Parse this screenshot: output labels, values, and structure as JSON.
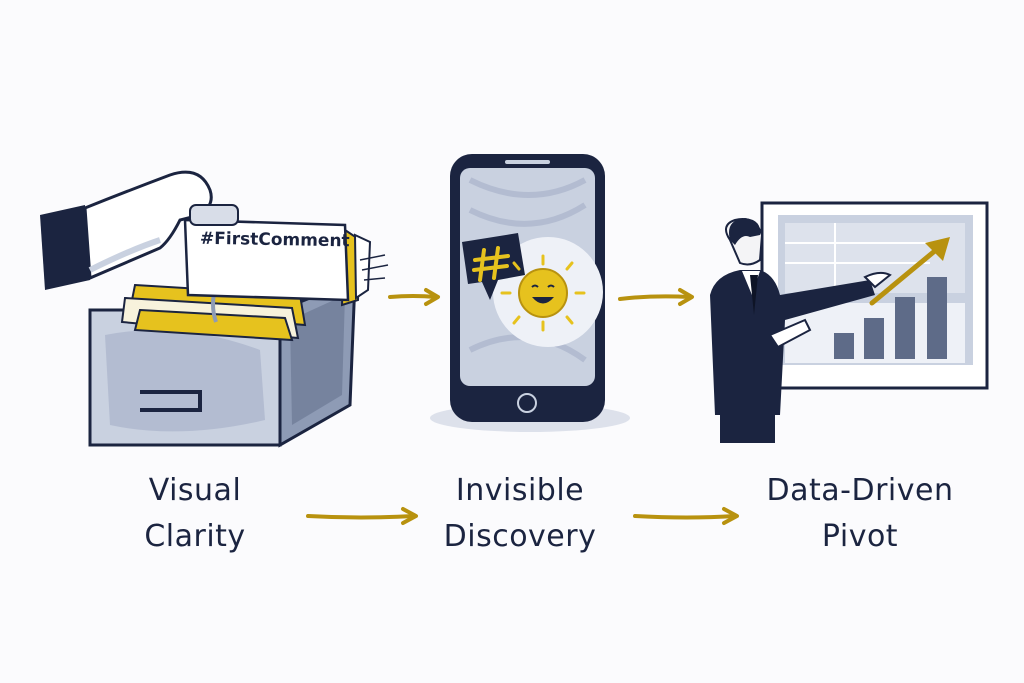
{
  "diagram": {
    "type": "process-flow",
    "colors": {
      "ink": "#1b2440",
      "accent_gold": "#b8920f",
      "folder_yellow": "#e6c21e",
      "shade_blue": "#8e9bb5",
      "light_blue": "#c9d1e0",
      "background": "#fbfbfd"
    },
    "steps": [
      {
        "id": "step-1",
        "illustration": "hand-pulling-file-from-cabinet",
        "file_tab_text": "#FirstComment",
        "label_line1": "Visual",
        "label_line2": "Clarity"
      },
      {
        "id": "step-2",
        "illustration": "smartphone-with-hashtag-bubble-and-smiling-sun",
        "icons": [
          "hashtag-speech-bubble-icon",
          "smiling-sun-icon"
        ],
        "label_line1": "Invisible",
        "label_line2": "Discovery"
      },
      {
        "id": "step-3",
        "illustration": "presenter-pointing-at-growth-chart",
        "chart_bars": 4,
        "label_line1": "Data-Driven",
        "label_line2": "Pivot"
      }
    ],
    "connectors": [
      "arrow-right",
      "arrow-right",
      "arrow-right",
      "arrow-right"
    ]
  }
}
